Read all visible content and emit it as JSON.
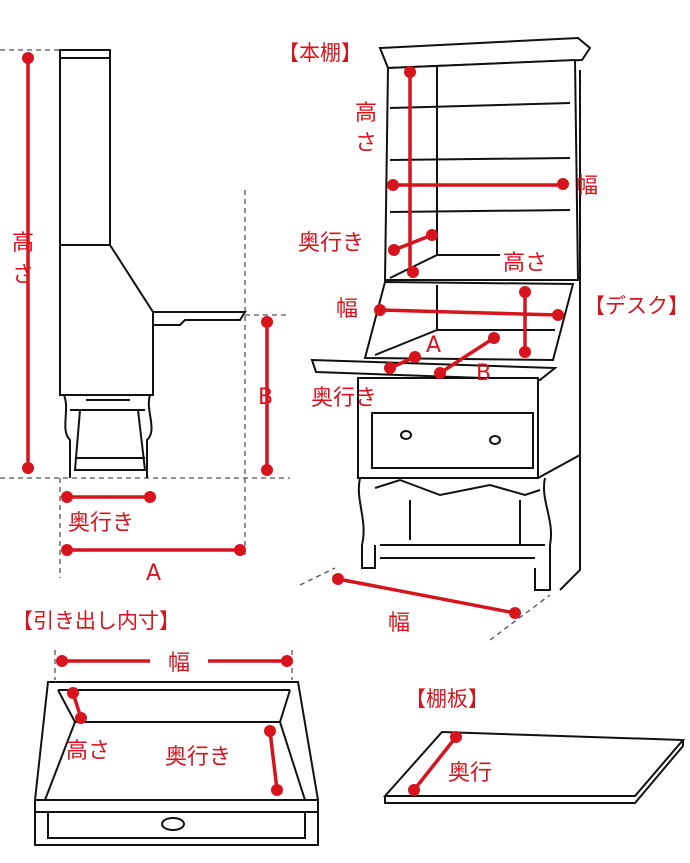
{
  "side_view": {
    "height_label_1": "高",
    "height_label_2": "さ",
    "b_label": "B",
    "depth_label": "奥行き",
    "a_label": "A"
  },
  "bookshelf": {
    "title": "【本棚】",
    "height_label_1": "高",
    "height_label_2": "さ",
    "width_label": "幅",
    "depth_label": "奥行き"
  },
  "desk": {
    "title": "【デスク】",
    "height_label": "高さ",
    "width_label": "幅",
    "a_label": "A",
    "b_label": "B",
    "depth_label": "奥行き",
    "overall_width_label": "幅"
  },
  "drawer": {
    "title": "【引き出し内寸】",
    "width_label": "幅",
    "height_label": "高さ",
    "depth_label": "奥行き"
  },
  "shelf_board": {
    "title": "【棚板】",
    "depth_label": "奥行"
  },
  "colors": {
    "accent": "#d7141e"
  }
}
